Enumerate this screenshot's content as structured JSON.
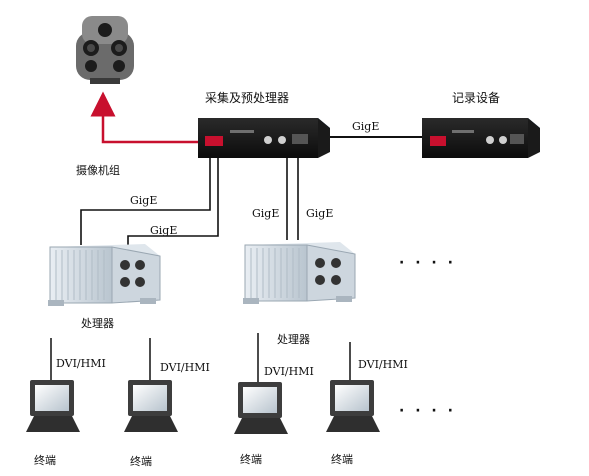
{
  "labels": {
    "collector": "采集及预处理器",
    "recorder": "记录设备",
    "camera": "摄像机组",
    "processor": "处理器",
    "terminal": "终端",
    "gige": "GigE",
    "dvi": "DVI/HMI",
    "ellipsis": "· · · ·"
  },
  "colors": {
    "arrow": "#c8102e",
    "line": "#111111",
    "device_blue": "#1a6fb0",
    "processor_gray": "#c9d2da"
  }
}
